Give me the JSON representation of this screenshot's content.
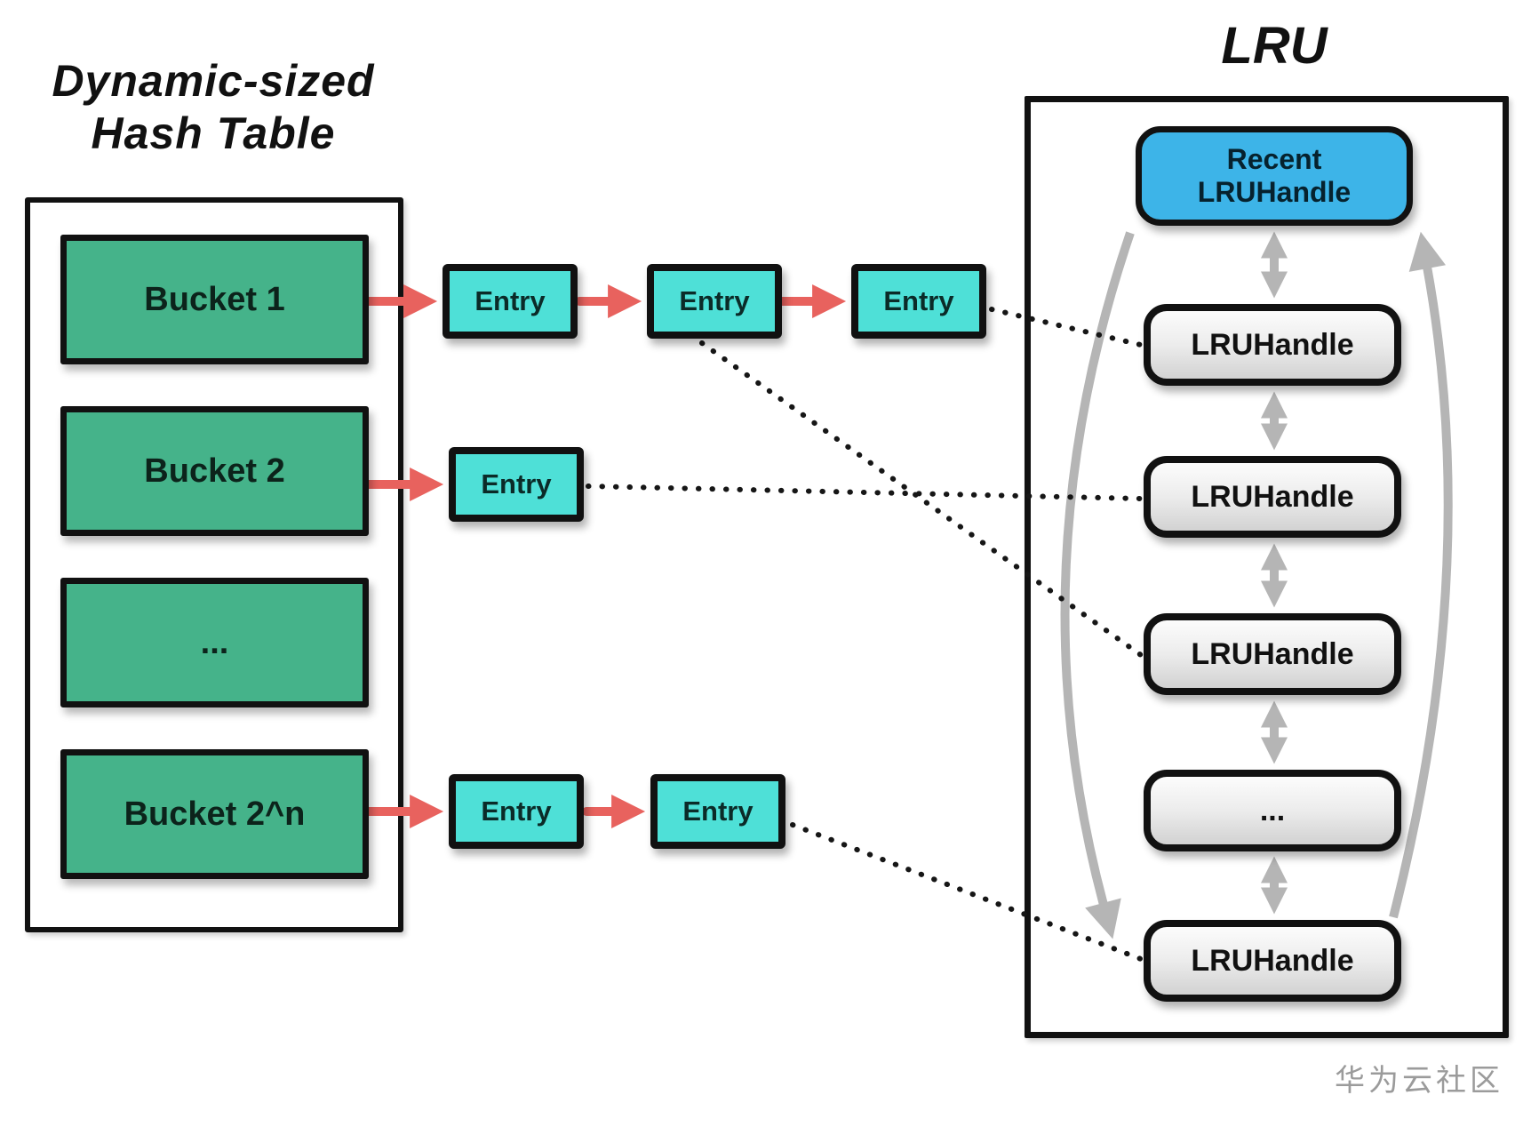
{
  "hash_table": {
    "title_line1": "Dynamic-sized",
    "title_line2": "Hash Table",
    "buckets": [
      {
        "label": "Bucket 1"
      },
      {
        "label": "Bucket 2"
      },
      {
        "label": "..."
      },
      {
        "label": "Bucket 2^n"
      }
    ]
  },
  "entries": {
    "bucket1_chain": [
      "Entry",
      "Entry",
      "Entry"
    ],
    "bucket2_chain": [
      "Entry"
    ],
    "bucket2n_chain": [
      "Entry",
      "Entry"
    ]
  },
  "lru": {
    "title": "LRU",
    "recent": {
      "line1": "Recent",
      "line2": "LRUHandle"
    },
    "handles": [
      "LRUHandle",
      "LRUHandle",
      "LRUHandle",
      "...",
      "LRUHandle"
    ]
  },
  "watermark": "华为云社区",
  "colors": {
    "bucket_green": "#45b38a",
    "entry_cyan": "#4ee0d7",
    "recent_blue": "#3db4e8",
    "handle_gray": "#e8e8e8",
    "arrow_red": "#e8625e",
    "arrow_gray": "#b5b5b5",
    "outline_black": "#111111",
    "watermark_gray": "#9b9b9b"
  }
}
